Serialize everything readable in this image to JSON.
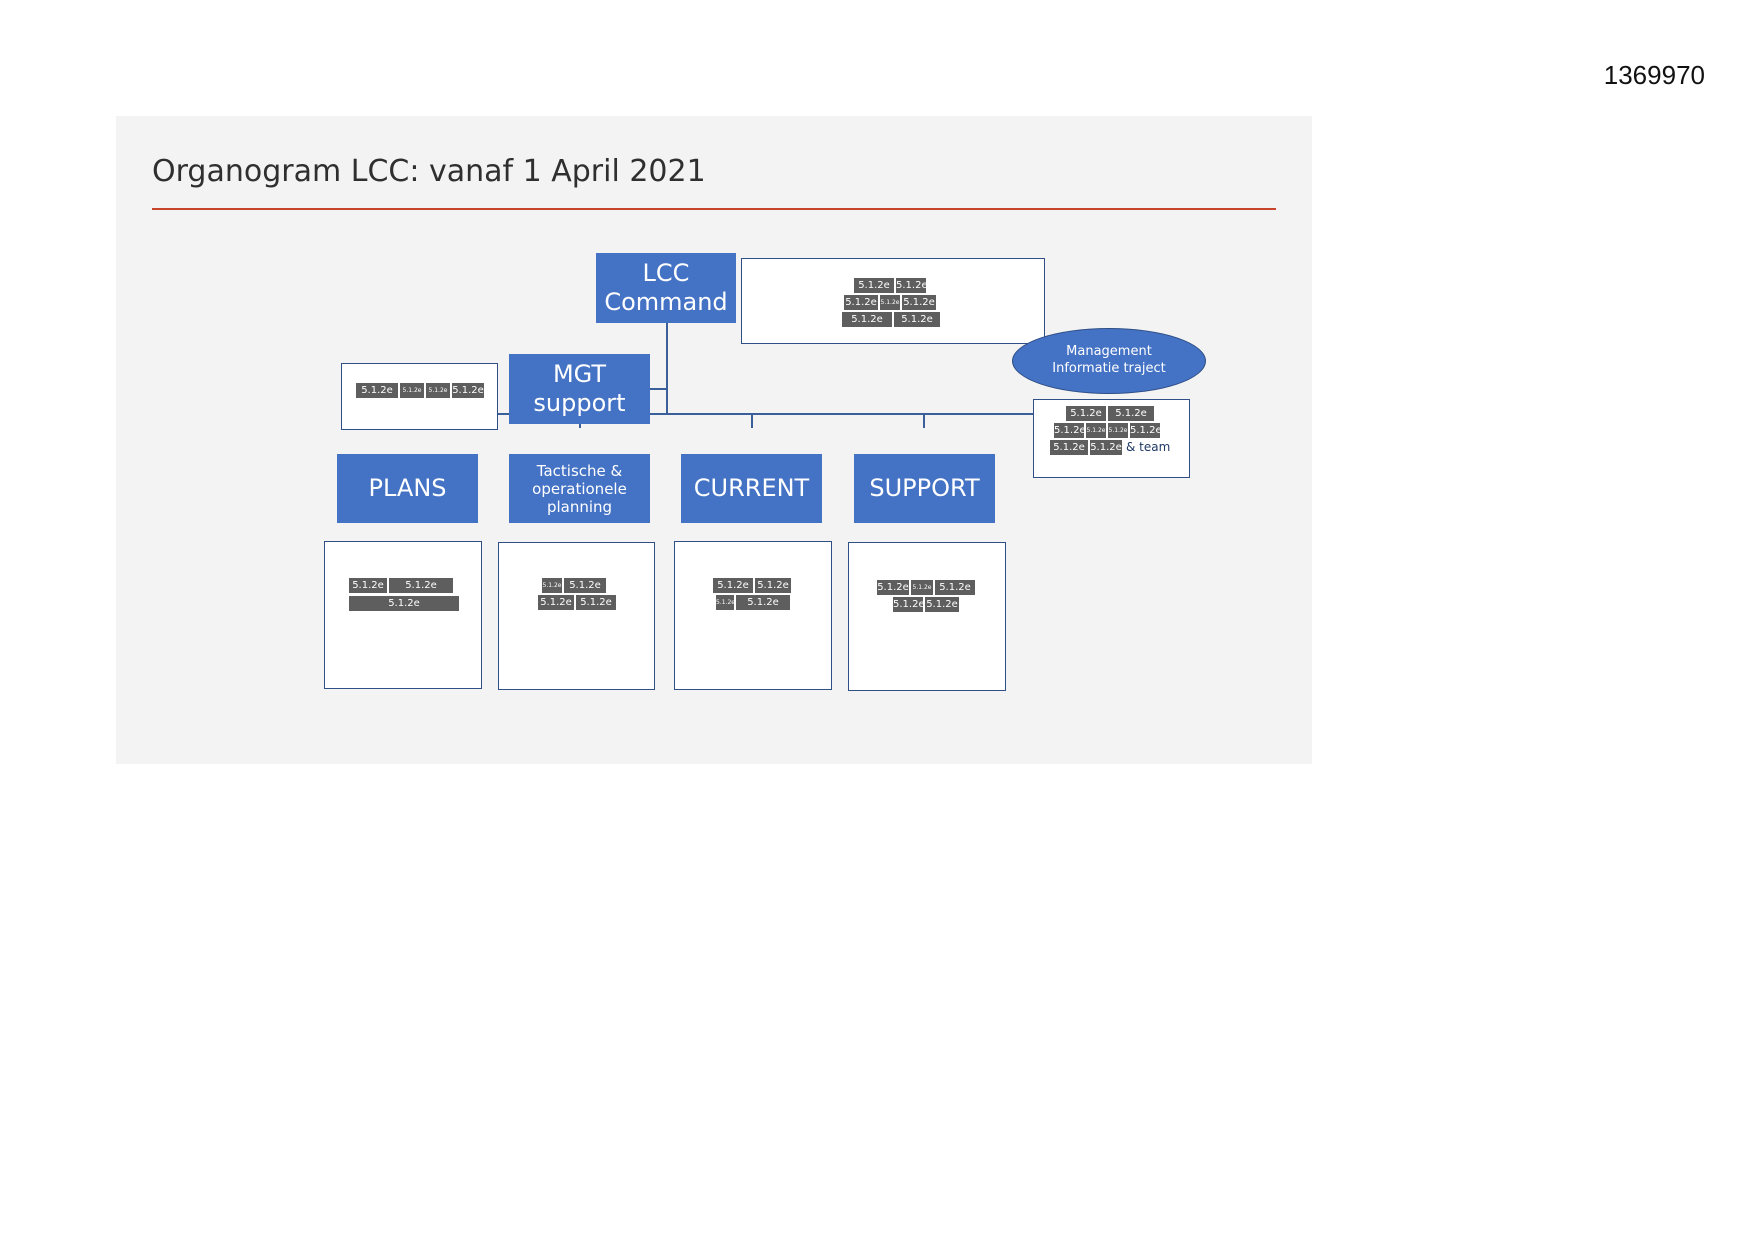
{
  "document_number": "1369970",
  "slide": {
    "title": "Organogram LCC: vanaf 1 April 2021",
    "colors": {
      "node_fill": "#4472c4",
      "title_rule": "#c8432c",
      "redaction": "#5e5e5e",
      "slide_bg": "#f3f3f3"
    }
  },
  "nodes": {
    "command": {
      "line1": "LCC",
      "line2": "Command"
    },
    "mgt": {
      "line1": "MGT",
      "line2": "support"
    },
    "plans": {
      "label": "PLANS"
    },
    "tactical": {
      "line1": "Tactische &",
      "line2": "operationele",
      "line3": "planning"
    },
    "current": {
      "label": "CURRENT"
    },
    "support": {
      "label": "SUPPORT"
    },
    "mgmt_info": {
      "line1": "Management",
      "line2": "Informatie traject"
    }
  },
  "redaction_label": "5.1.2e",
  "team_suffix": "& team"
}
